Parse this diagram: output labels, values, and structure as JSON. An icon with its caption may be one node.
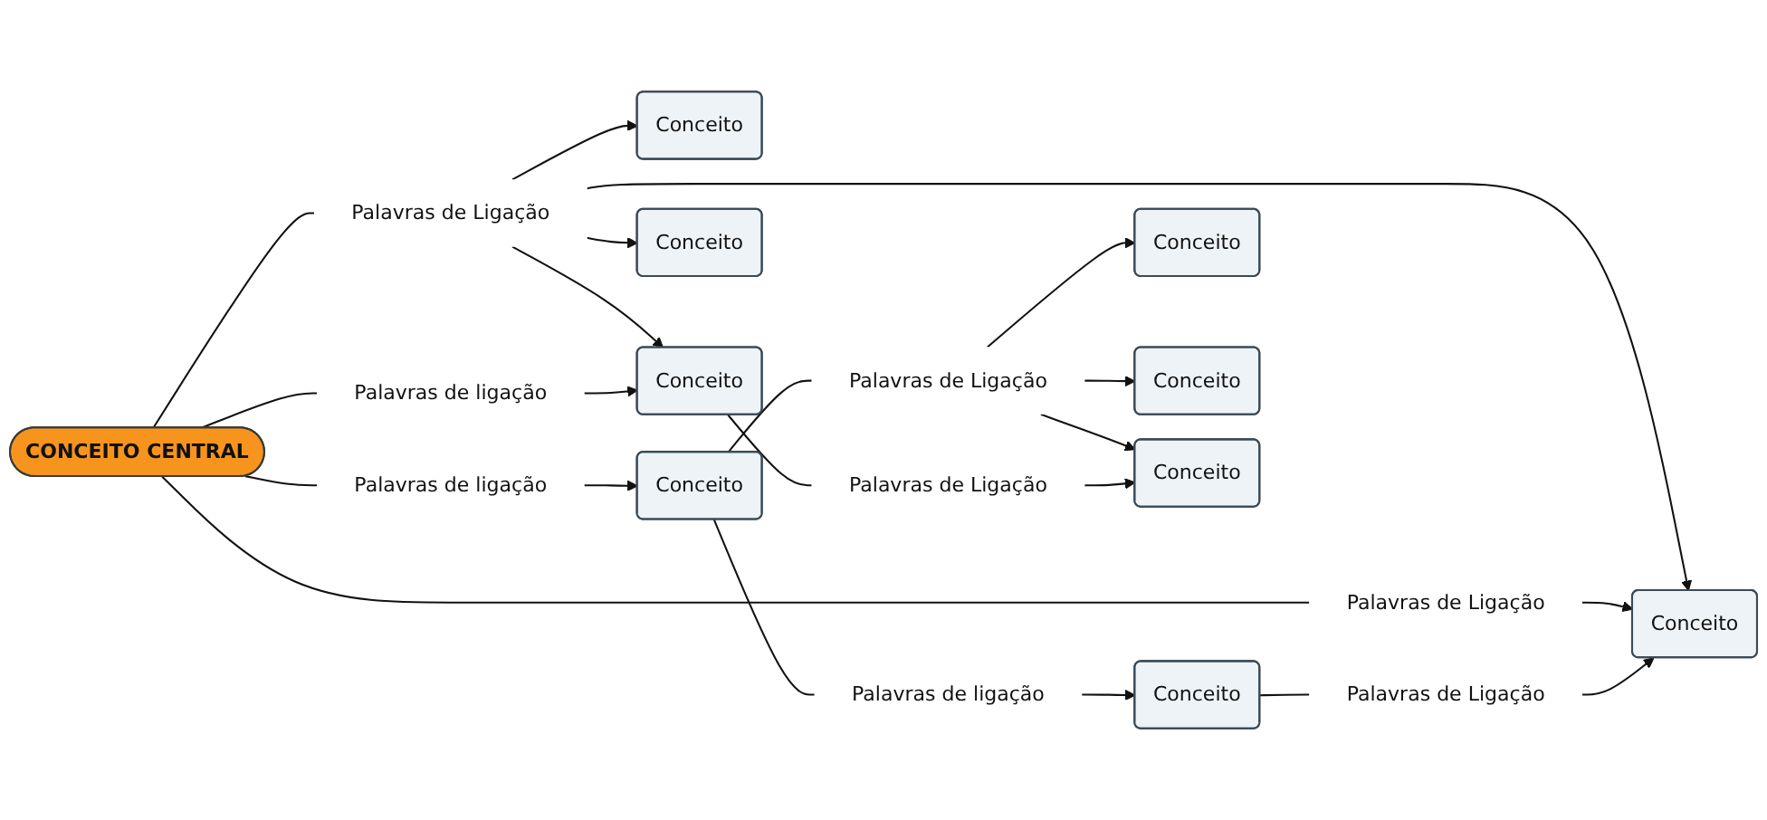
{
  "diagram": {
    "nodes": [
      {
        "text": [
          "Conceito"
        ]
      },
      {
        "text": [
          "Palavras de Ligação"
        ]
      },
      {
        "text": [
          "Conceito"
        ]
      },
      {
        "text": [
          "Conceito"
        ]
      },
      {
        "text": [
          "Palavras de Ligação"
        ]
      },
      {
        "text": [
          "Palavras de ligação"
        ]
      },
      {
        "text": [
          "Conceito"
        ]
      },
      {
        "text": [
          "Palavras de Ligação"
        ]
      },
      {
        "text": [
          "CONCEITO CENTRAL"
        ]
      },
      {
        "text": [
          "Palavras de ligação"
        ]
      },
      {
        "text": [
          "Conceito"
        ]
      },
      {
        "text": [
          "Palavras de Ligação"
        ]
      },
      {
        "text": [
          "Conceito"
        ]
      },
      {
        "text": [
          "Conceito"
        ]
      },
      {
        "text": [
          "Palavras de ligação"
        ]
      },
      {
        "text": [
          "Conceito"
        ]
      },
      {
        "text": [
          "Palavras de Ligação"
        ]
      },
      {
        "text": [
          "Conceito"
        ]
      }
    ],
    "edges": [
      {
        "from": 8,
        "to": 7,
        "arrow": "none"
      },
      {
        "from": 7,
        "to": 0,
        "arrow": "to"
      },
      {
        "from": 7,
        "to": 3,
        "arrow": "to"
      },
      {
        "from": 7,
        "to": 13,
        "arrow": "to"
      },
      {
        "from": 7,
        "to": 15,
        "arrow": "to"
      },
      {
        "from": 8,
        "to": 4,
        "arrow": "none"
      },
      {
        "from": 4,
        "to": 0,
        "arrow": "to"
      },
      {
        "from": 8,
        "to": 14,
        "arrow": "none"
      },
      {
        "from": 14,
        "to": 15,
        "arrow": "to"
      },
      {
        "from": 8,
        "to": 9,
        "arrow": "none"
      },
      {
        "from": 9,
        "to": 10,
        "arrow": "to"
      },
      {
        "from": 10,
        "to": 5,
        "arrow": "none"
      },
      {
        "from": 5,
        "to": 2,
        "arrow": "to"
      },
      {
        "from": 2,
        "to": 1,
        "arrow": "none"
      },
      {
        "from": 1,
        "to": 0,
        "arrow": "to"
      },
      {
        "from": 10,
        "to": 11,
        "arrow": "none"
      },
      {
        "from": 11,
        "to": 6,
        "arrow": "to"
      },
      {
        "from": 11,
        "to": 12,
        "arrow": "to"
      },
      {
        "from": 11,
        "to": 17,
        "arrow": "to"
      },
      {
        "from": 15,
        "to": 16,
        "arrow": "none"
      },
      {
        "from": 16,
        "to": 17,
        "arrow": "to"
      }
    ]
  }
}
